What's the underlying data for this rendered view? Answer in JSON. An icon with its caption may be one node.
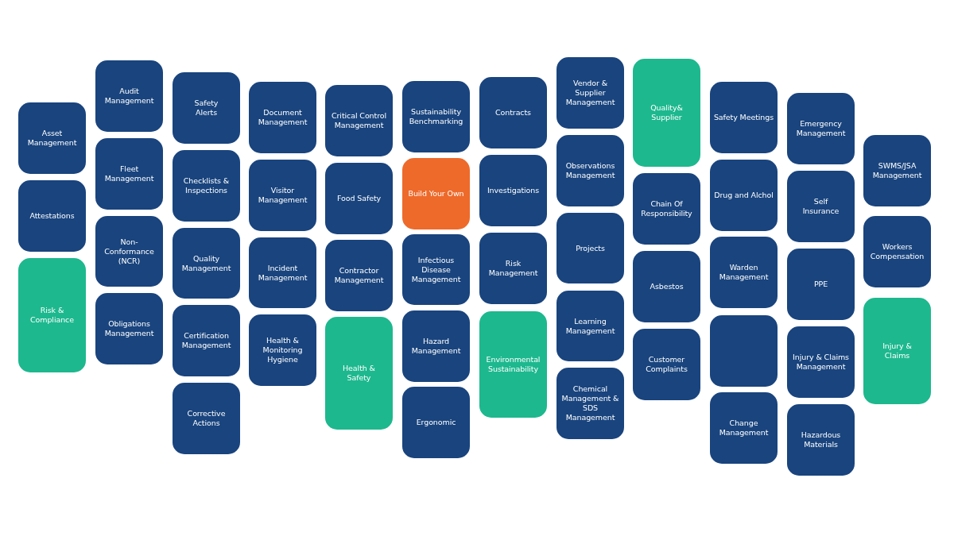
{
  "diagram": {
    "nodes": [
      {
        "text": [
          "Asset Management"
        ]
      },
      {
        "text": [
          "Attestations"
        ]
      },
      {
        "text": [
          "Risk & Compliance"
        ]
      },
      {
        "text": [
          "Audit Management"
        ]
      },
      {
        "text": [
          "Fleet Management"
        ]
      },
      {
        "text": [
          "Non-Conformance (NCR)"
        ]
      },
      {
        "text": [
          "Obligations Management"
        ]
      },
      {
        "text": [
          "Safety Alerts"
        ]
      },
      {
        "text": [
          "Checklists & Inspections"
        ]
      },
      {
        "text": [
          "Quality Management"
        ]
      },
      {
        "text": [
          "Certification Management"
        ]
      },
      {
        "text": [
          "Corrective Actions"
        ]
      },
      {
        "text": [
          "Document Management"
        ]
      },
      {
        "text": [
          "Visitor Management"
        ]
      },
      {
        "text": [
          "Incident Management"
        ]
      },
      {
        "text": [
          "Health & Monitoring Hygiene"
        ]
      },
      {
        "text": [
          "Critical Control Management"
        ]
      },
      {
        "text": [
          "Food Safety"
        ]
      },
      {
        "text": [
          "Contractor Management"
        ]
      },
      {
        "text": [
          "Health & Safety"
        ]
      },
      {
        "text": [
          "Sustainability Benchmarking"
        ]
      },
      {
        "text": [
          "Build Your Own"
        ]
      },
      {
        "text": [
          "Infectious Disease Management"
        ]
      },
      {
        "text": [
          "Hazard Management"
        ]
      },
      {
        "text": [
          "Ergonomic"
        ]
      },
      {
        "text": [
          "Contracts"
        ]
      },
      {
        "text": [
          "Investigations"
        ]
      },
      {
        "text": [
          "Risk Management"
        ]
      },
      {
        "text": [
          "Environmental Sustainability"
        ]
      },
      {
        "text": [
          "Vendor & Supplier Management"
        ]
      },
      {
        "text": [
          "Observations Management"
        ]
      },
      {
        "text": [
          "Projects"
        ]
      },
      {
        "text": [
          "Learning Management"
        ]
      },
      {
        "text": [
          "Chemical Management & SDS Management"
        ]
      },
      {
        "text": [
          "Quality& Supplier"
        ]
      },
      {
        "text": [
          "Chain Of Responsibility"
        ]
      },
      {
        "text": [
          "Asbestos"
        ]
      },
      {
        "text": [
          "Customer Complaints"
        ]
      },
      {
        "text": [
          "Safety Meetings"
        ]
      },
      {
        "text": [
          "Drug and Alchol"
        ]
      },
      {
        "text": [
          "Warden Management"
        ]
      },
      {
        "text": [],
        "shape": "box"
      },
      {
        "text": [
          "Change Management"
        ]
      },
      {
        "text": [
          "Emergency Management"
        ]
      },
      {
        "text": [
          "Self Insurance"
        ]
      },
      {
        "text": [
          "PPE"
        ]
      },
      {
        "text": [
          "Injury & Claims Management"
        ]
      },
      {
        "text": [
          "Hazardous Materials"
        ]
      },
      {
        "text": [
          "SWMS/JSA Management"
        ]
      },
      {
        "text": [
          "Workers Compensation"
        ]
      },
      {
        "text": [
          "Injury & Claims"
        ]
      }
    ]
  }
}
